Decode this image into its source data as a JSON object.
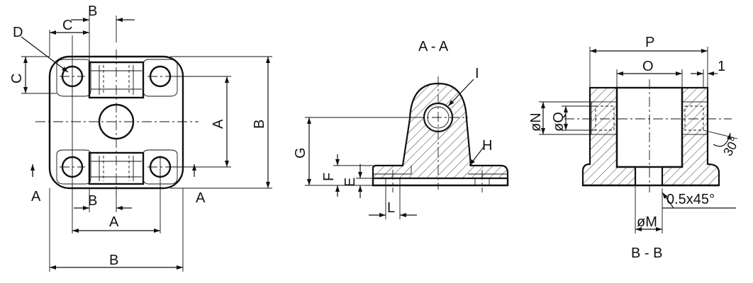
{
  "top_view": {
    "labels": {
      "b_top": "B",
      "c_top": "C",
      "d": "D",
      "c_left": "C",
      "a_right": "A",
      "b_right": "B",
      "a_section_left": "A",
      "a_section_right": "A",
      "b_inner": "B",
      "a_bottom": "A",
      "b_bottom": "B"
    }
  },
  "section_aa": {
    "title": "A - A",
    "labels": {
      "i": "I",
      "h": "H",
      "g": "G",
      "f": "F",
      "e": "E",
      "l": "L"
    }
  },
  "section_bb": {
    "title": "B - B",
    "labels": {
      "p": "P",
      "o": "O",
      "one": "1",
      "n": "øN",
      "q": "øQ",
      "angle": "30°",
      "chamfer": "0.5x45°",
      "m": "øM"
    }
  }
}
